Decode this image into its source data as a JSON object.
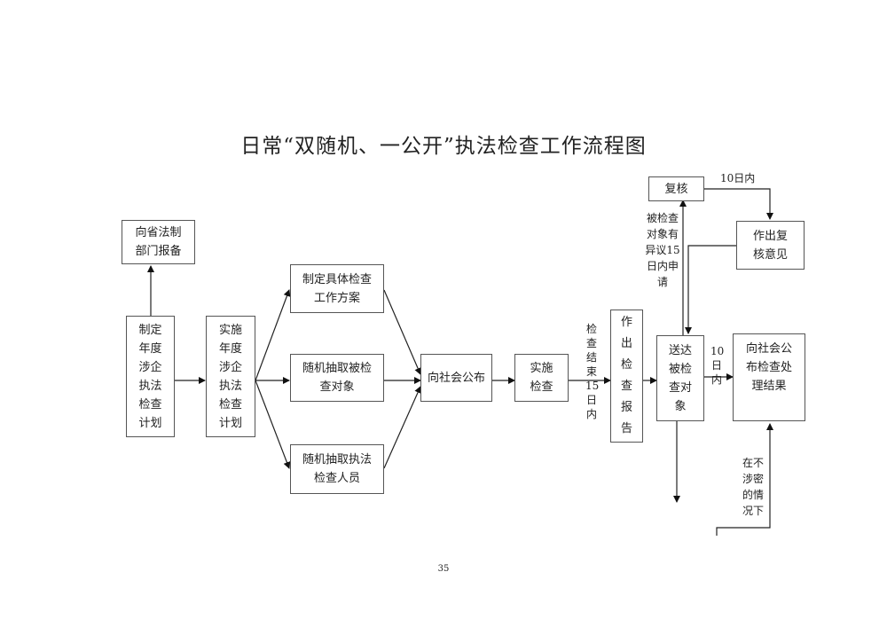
{
  "title": "日常“双随机、一公开”执法检查工作流程图",
  "page_number": "35",
  "nodes": {
    "report": "向省法制部门报备",
    "plan_make": "制定年度涉企执法检查计划",
    "plan_impl": "实施年度涉企执法检查计划",
    "scheme": "制定具体检查工作方案",
    "random_obj": "随机抽取被检查对象",
    "random_staff": "随机抽取执法检查人员",
    "publish": "向社会公布",
    "inspect": "实施检查",
    "report_make": "作出检查报告",
    "deliver": "送达被检查对象",
    "publish_result": "向社会公布检查处理结果",
    "review": "复核",
    "review_opinion": "作出复核意见"
  },
  "labels": {
    "after_check": "检查结束15日内",
    "objection": "被检查对象有异议15日内申请",
    "ten_days_a": "10日内",
    "ten_days_b": "10日内",
    "no_secret": "在不涉密的情况下"
  }
}
